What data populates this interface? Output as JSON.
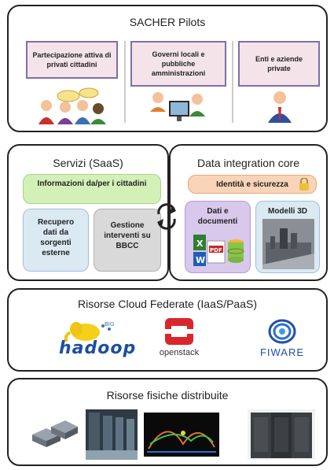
{
  "pilots": {
    "title": "SACHER Pilots",
    "boxes": [
      {
        "label": "Partecipazione attiva di privati cittadini"
      },
      {
        "label": "Governi locali e pubbliche amministrazioni"
      },
      {
        "label": "Enti e aziende private"
      }
    ]
  },
  "servizi": {
    "title": "Servizi (SaaS)",
    "info_box": "Informazioni da/per i cittadini",
    "recupero": "Recupero dati da sorgenti esterne",
    "gestione": "Gestione interventi su BBCC"
  },
  "data_core": {
    "title": "Data integration core",
    "identity": "Identità e sicurezza",
    "dati": "Dati e documenti",
    "modelli": "Modelli 3D"
  },
  "cloud": {
    "title": "Risorse Cloud Federate (IaaS/PaaS)",
    "hadoop": "hadoop",
    "openstack": "openstack",
    "fiware": "FIWARE"
  },
  "physical": {
    "title": "Risorse fisiche distribuite"
  },
  "colors": {
    "pink_fill": "#f4e4ea",
    "pink_border": "#7d6fa8",
    "green_fill": "#d3f0b8",
    "orange_fill": "#f9d4b8",
    "blue_fill": "#dbe9f3",
    "grey_fill": "#d9d9d9",
    "purple_fill": "#d8c8ec"
  }
}
